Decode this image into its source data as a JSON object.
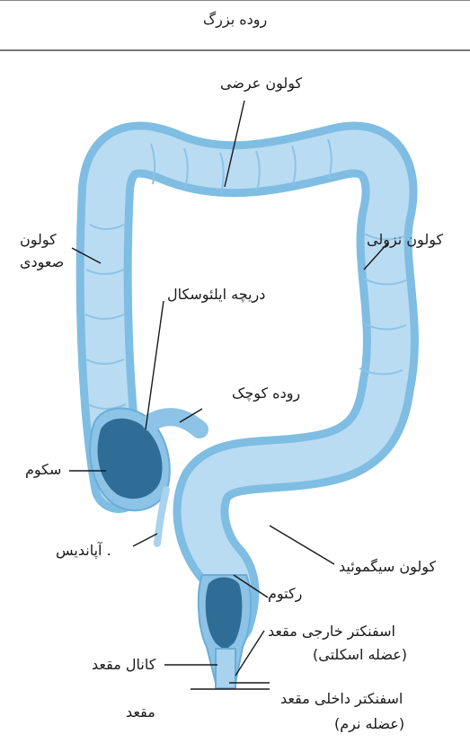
{
  "title": "روده بزرگ",
  "labels": {
    "transverse_colon": "کولون عرضی",
    "ascending_colon_1": "کولون",
    "ascending_colon_2": "صعودی",
    "descending_colon": "کولون نزولی",
    "ileocecal_valve": "دریچه ایلئوسکال",
    "small_intestine": "روده کوچک",
    "cecum": "سکوم",
    "appendix": ". آپاندیس",
    "sigmoid_colon": "کولون سیگموئید",
    "rectum": "رکتوم",
    "external_sphincter_1": "اسفنکتر خارجی مقعد",
    "external_sphincter_2": "(عضله اسکلتی)",
    "anal_canal": "کانال مقعد",
    "internal_sphincter_1": "اسفنکتر داخلی مقعد",
    "internal_sphincter_2": "(عضله نرم)",
    "anus": "مقعد"
  }
}
